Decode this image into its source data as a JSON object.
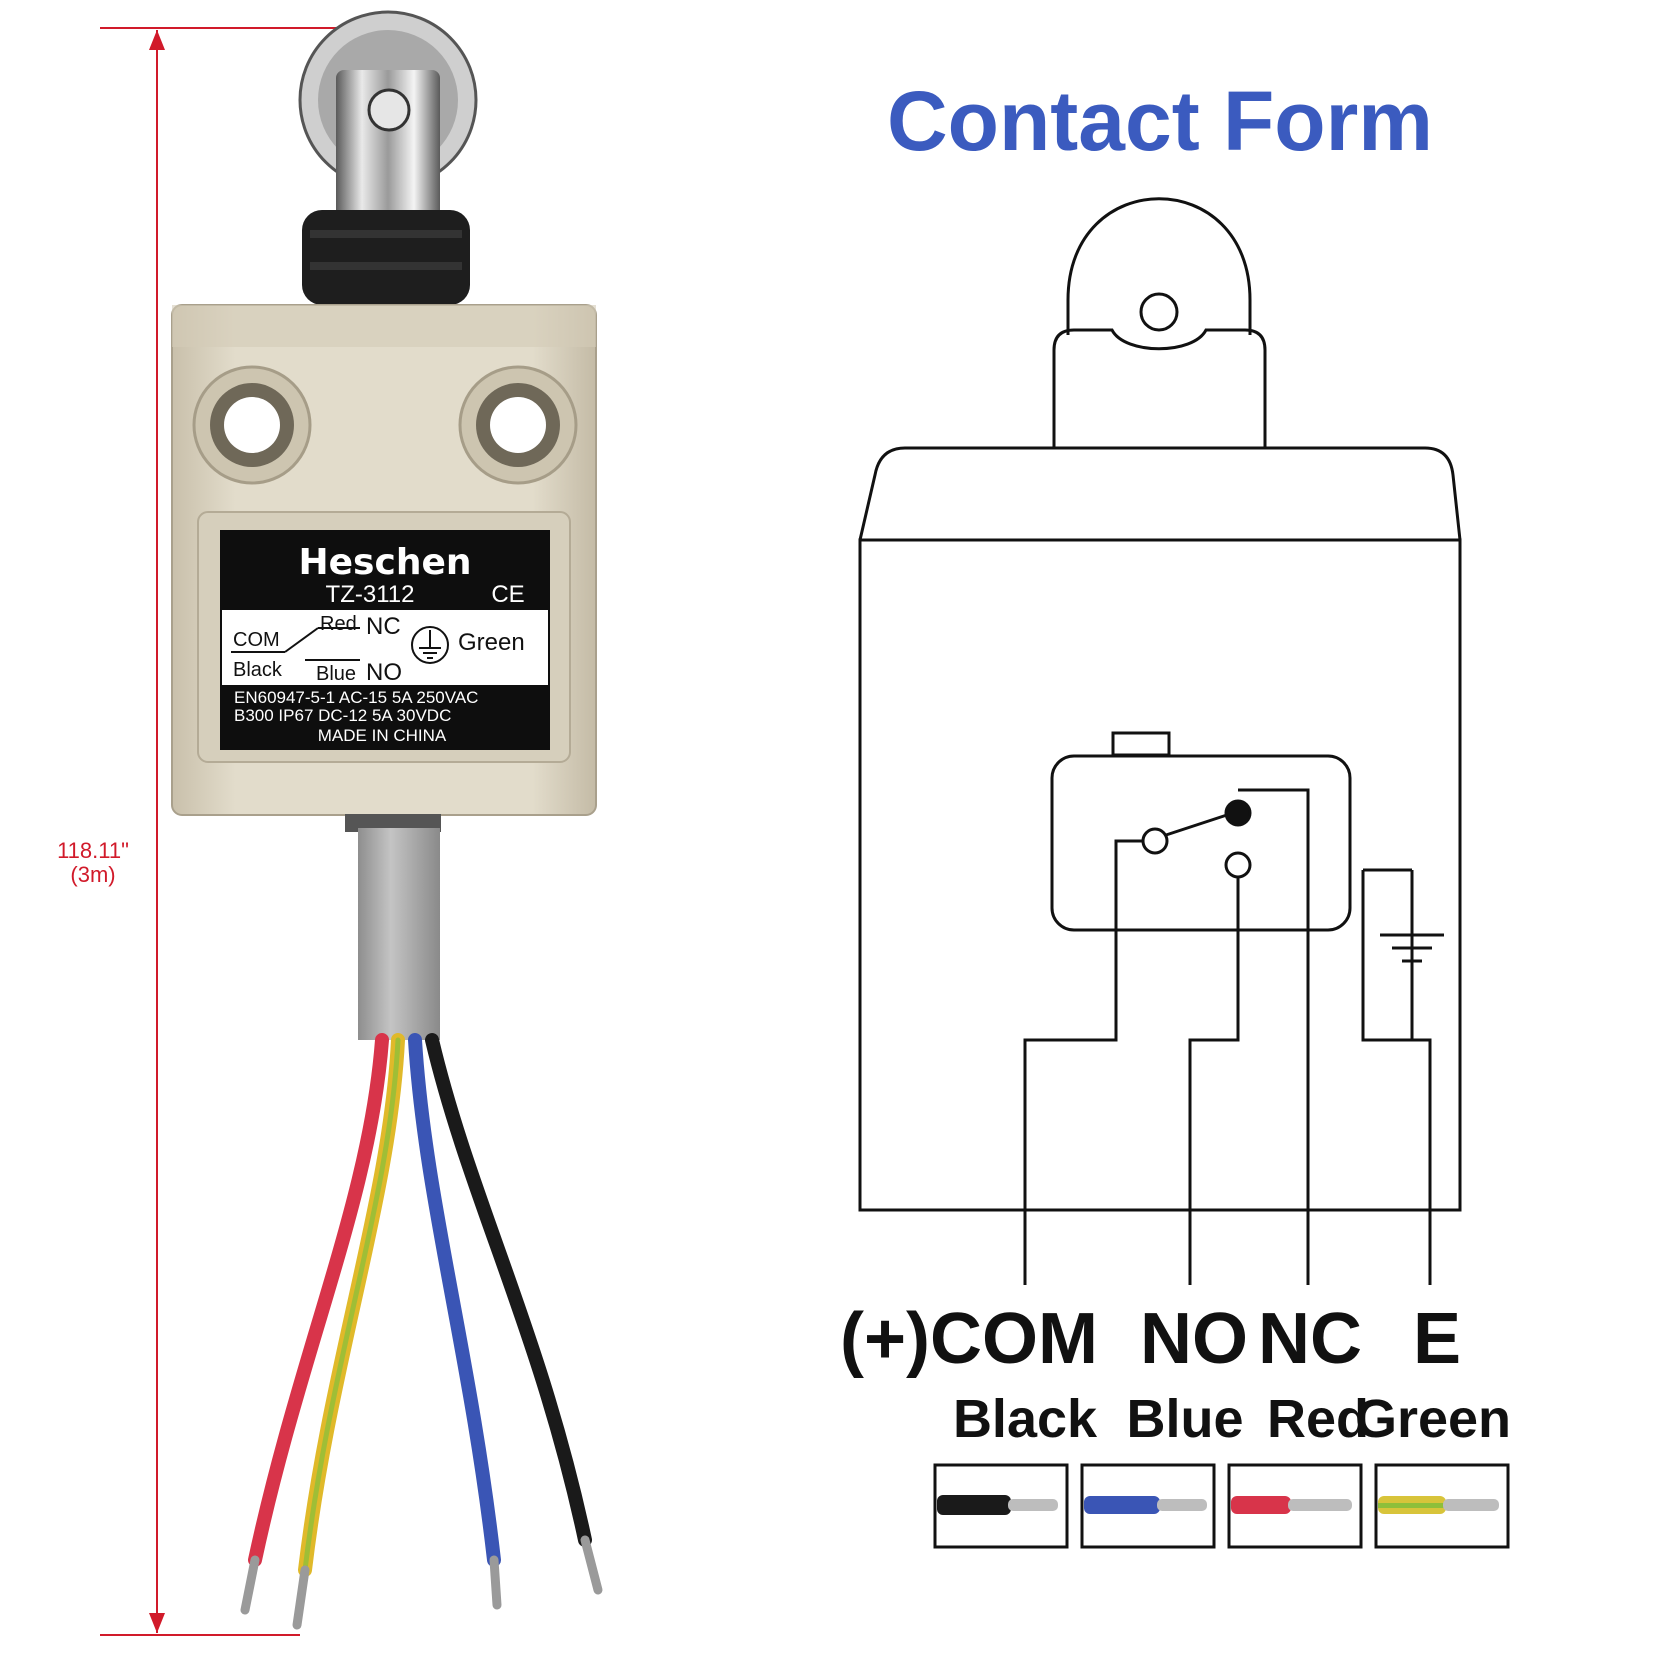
{
  "dimension": {
    "length_in": "118.11\"",
    "length_m": "(3m)"
  },
  "label": {
    "brand": "Heschen",
    "model": "TZ-3112",
    "ce": "CE",
    "com": "COM",
    "black": "Black",
    "red": "Red",
    "nc": "NC",
    "blue": "Blue",
    "no": "NO",
    "green": "Green",
    "spec_line1": "EN60947-5-1  AC-15   5A  250VAC",
    "spec_line2": "B300   IP67    DC-12   5A  30VDC",
    "made_in": "MADE IN CHINA"
  },
  "diagram": {
    "title": "Contact Form",
    "terminals": [
      {
        "name": "(+)COM",
        "wire": "Black",
        "color": "#1a1a1a"
      },
      {
        "name": "NO",
        "wire": "Blue",
        "color": "#3a55b5"
      },
      {
        "name": "NC",
        "wire": "Red",
        "color": "#d8344a"
      },
      {
        "name": "E",
        "wire": "Green",
        "color": "#c7c23a"
      }
    ]
  },
  "colors": {
    "dimension_line": "#d11a2a",
    "title": "#3b5bbf",
    "wire_red": "#d8344a",
    "wire_yellow": "#e0b92a",
    "wire_blue": "#3a55b5",
    "wire_black": "#1a1a1a",
    "wire_green": "#8fbf3a"
  }
}
